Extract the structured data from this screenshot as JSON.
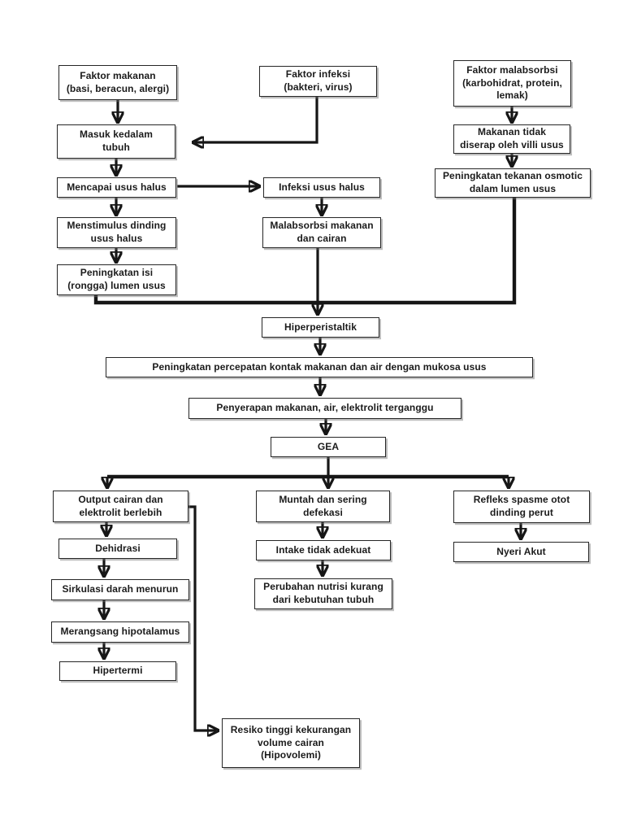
{
  "colors": {
    "background": "#ffffff",
    "ink": "#161616",
    "box_border": "#262626"
  },
  "diagram": {
    "type": "flowchart",
    "nodes": {
      "faktor_makanan": {
        "label": "Faktor makanan\n(basi, beracun, alergi)"
      },
      "faktor_infeksi": {
        "label": "Faktor infeksi\n(bakteri, virus)"
      },
      "faktor_malabsorbsi": {
        "label": "Faktor malabsorbsi\n(karbohidrat, protein,\nlemak)"
      },
      "masuk_kedalam_tubuh": {
        "label": "Masuk kedalam\ntubuh"
      },
      "makanan_tidak_diserap": {
        "label": "Makanan tidak\ndiserap oleh villi usus"
      },
      "mencapai_usus_halus": {
        "label": "Mencapai usus halus"
      },
      "infeksi_usus_halus": {
        "label": "Infeksi usus halus"
      },
      "peningkatan_tekanan": {
        "label": "Peningkatan tekanan osmotic\ndalam lumen usus"
      },
      "menstimulus_dinding": {
        "label": "Menstimulus dinding\nusus halus"
      },
      "malabsorbsi_makanan": {
        "label": "Malabsorbsi makanan\ndan cairan"
      },
      "peningkatan_isi": {
        "label": "Peningkatan isi\n(rongga) lumen usus"
      },
      "hiperperistaltik": {
        "label": "Hiperperistaltik"
      },
      "peningkatan_percepatan": {
        "label": "Peningkatan percepatan kontak makanan dan air dengan mukosa usus"
      },
      "penyerapan": {
        "label": "Penyerapan makanan, air, elektrolit terganggu"
      },
      "gea": {
        "label": "GEA"
      },
      "output_cairan": {
        "label": "Output cairan dan\nelektrolit berlebih"
      },
      "muntah": {
        "label": "Muntah dan sering\ndefekasi"
      },
      "refleks": {
        "label": "Refleks spasme otot\ndinding perut"
      },
      "dehidrasi": {
        "label": "Dehidrasi"
      },
      "intake": {
        "label": "Intake tidak adekuat"
      },
      "nyeri_akut": {
        "label": "Nyeri Akut"
      },
      "sirkulasi": {
        "label": "Sirkulasi darah menurun"
      },
      "perubahan_nutrisi": {
        "label": "Perubahan nutrisi kurang\ndari kebutuhan tubuh"
      },
      "merangsang": {
        "label": "Merangsang hipotalamus"
      },
      "hipertermi": {
        "label": "Hipertermi"
      },
      "hipovolemi": {
        "label": "Resiko tinggi kekurangan\nvolume cairan\n(Hipovolemi)"
      }
    },
    "edges": [
      {
        "from": "faktor_makanan",
        "to": "masuk_kedalam_tubuh"
      },
      {
        "from": "faktor_infeksi",
        "to": "masuk_kedalam_tubuh"
      },
      {
        "from": "masuk_kedalam_tubuh",
        "to": "mencapai_usus_halus"
      },
      {
        "from": "mencapai_usus_halus",
        "to": "infeksi_usus_halus"
      },
      {
        "from": "mencapai_usus_halus",
        "to": "menstimulus_dinding"
      },
      {
        "from": "menstimulus_dinding",
        "to": "peningkatan_isi"
      },
      {
        "from": "infeksi_usus_halus",
        "to": "malabsorbsi_makanan"
      },
      {
        "from": "faktor_malabsorbsi",
        "to": "makanan_tidak_diserap"
      },
      {
        "from": "makanan_tidak_diserap",
        "to": "peningkatan_tekanan"
      },
      {
        "from": "peningkatan_isi",
        "to": "hiperperistaltik"
      },
      {
        "from": "malabsorbsi_makanan",
        "to": "hiperperistaltik"
      },
      {
        "from": "peningkatan_tekanan",
        "to": "hiperperistaltik"
      },
      {
        "from": "hiperperistaltik",
        "to": "peningkatan_percepatan"
      },
      {
        "from": "peningkatan_percepatan",
        "to": "penyerapan"
      },
      {
        "from": "penyerapan",
        "to": "gea"
      },
      {
        "from": "gea",
        "to": "output_cairan"
      },
      {
        "from": "gea",
        "to": "muntah"
      },
      {
        "from": "gea",
        "to": "refleks"
      },
      {
        "from": "output_cairan",
        "to": "dehidrasi"
      },
      {
        "from": "dehidrasi",
        "to": "sirkulasi"
      },
      {
        "from": "sirkulasi",
        "to": "merangsang"
      },
      {
        "from": "merangsang",
        "to": "hipertermi"
      },
      {
        "from": "output_cairan",
        "to": "hipovolemi"
      },
      {
        "from": "muntah",
        "to": "intake"
      },
      {
        "from": "intake",
        "to": "perubahan_nutrisi"
      },
      {
        "from": "refleks",
        "to": "nyeri_akut"
      }
    ]
  }
}
